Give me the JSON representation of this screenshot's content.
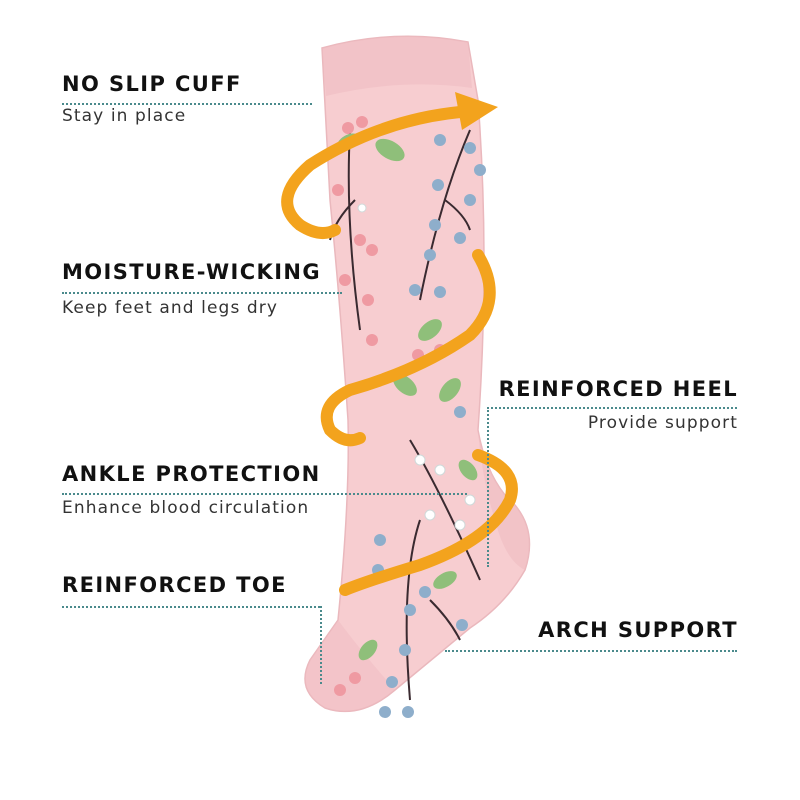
{
  "colors": {
    "sock_pink": "#f7cdd0",
    "sock_shade": "#efbcc1",
    "arrow_orange": "#f3a31d",
    "arrow_orange_dark": "#e08a0b",
    "leader_teal": "#4a8a8c",
    "leaf_green": "#8fbf7a",
    "berry_blue": "#8eaecb",
    "berry_pink": "#ef9aa2",
    "stem_dark": "#3a2a30"
  },
  "icons": {
    "arrow": "spiral-arrow-icon",
    "sock": "compression-sock-icon"
  },
  "features": {
    "no_slip_cuff": {
      "title": "NO SLIP CUFF",
      "subtitle": "Stay in place"
    },
    "moisture_wicking": {
      "title": "MOISTURE-WICKING",
      "subtitle": "Keep feet and legs dry"
    },
    "reinforced_heel": {
      "title": "REINFORCED HEEL",
      "subtitle": "Provide support"
    },
    "ankle_protection": {
      "title": "ANKLE PROTECTION",
      "subtitle": "Enhance blood circulation"
    },
    "reinforced_toe": {
      "title": "REINFORCED TOE"
    },
    "arch_support": {
      "title": "ARCH SUPPORT"
    }
  }
}
